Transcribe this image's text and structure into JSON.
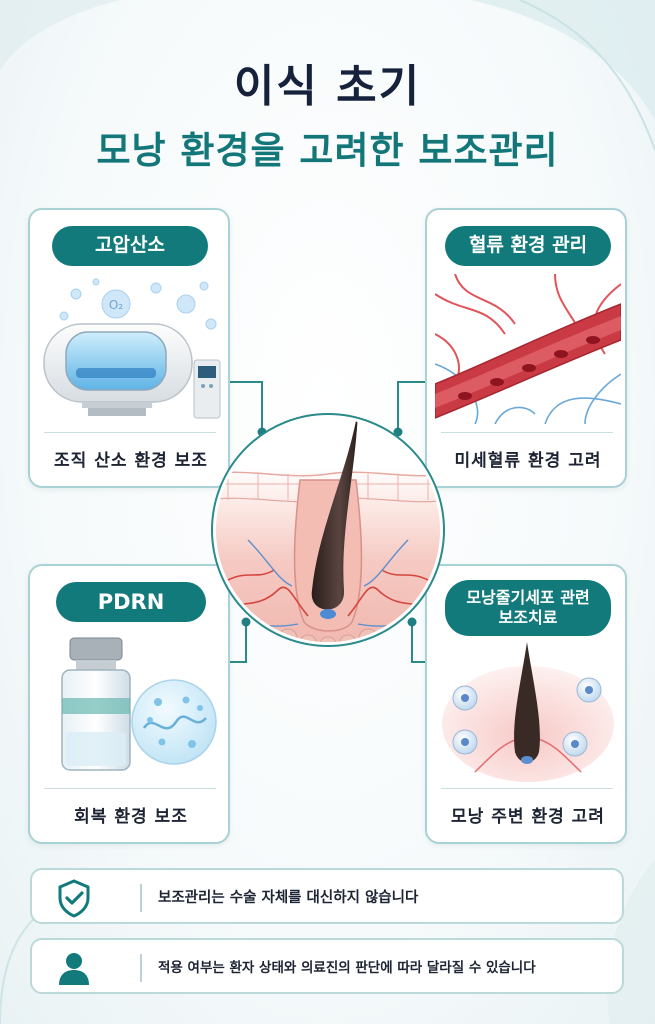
{
  "header": {
    "title_line1": "이식 초기",
    "title_line2": "모낭 환경을 고려한 보조관리"
  },
  "cards": {
    "oxygen": {
      "pill": "고압산소",
      "label": "조직 산소 환경 보조",
      "icon": "hyperbaric-chamber"
    },
    "blood": {
      "pill": "혈류 환경 관리",
      "label": "미세혈류 환경 고려",
      "icon": "blood-vessel"
    },
    "pdrn": {
      "pill": "PDRN",
      "label": "회복 환경 보조",
      "icon": "vial"
    },
    "stemcell": {
      "pill_line1": "모낭줄기세포 관련",
      "pill_line2": "보조치료",
      "label": "모낭 주변 환경 고려",
      "icon": "follicle-cells"
    }
  },
  "center": {
    "icon": "hair-follicle-cross-section"
  },
  "notes": [
    {
      "icon": "shield-check-icon",
      "text": "보조관리는 수술 자체를 대신하지 않습니다"
    },
    {
      "icon": "user-icon",
      "text": "적용 여부는 환자 상태와 의료진의 판단에 따라 달라질 수 있습니다"
    }
  ],
  "colors": {
    "accent": "#137a7c",
    "title_dark": "#16223b",
    "title_teal": "#13777a",
    "card_border": "#a9d2d4"
  }
}
